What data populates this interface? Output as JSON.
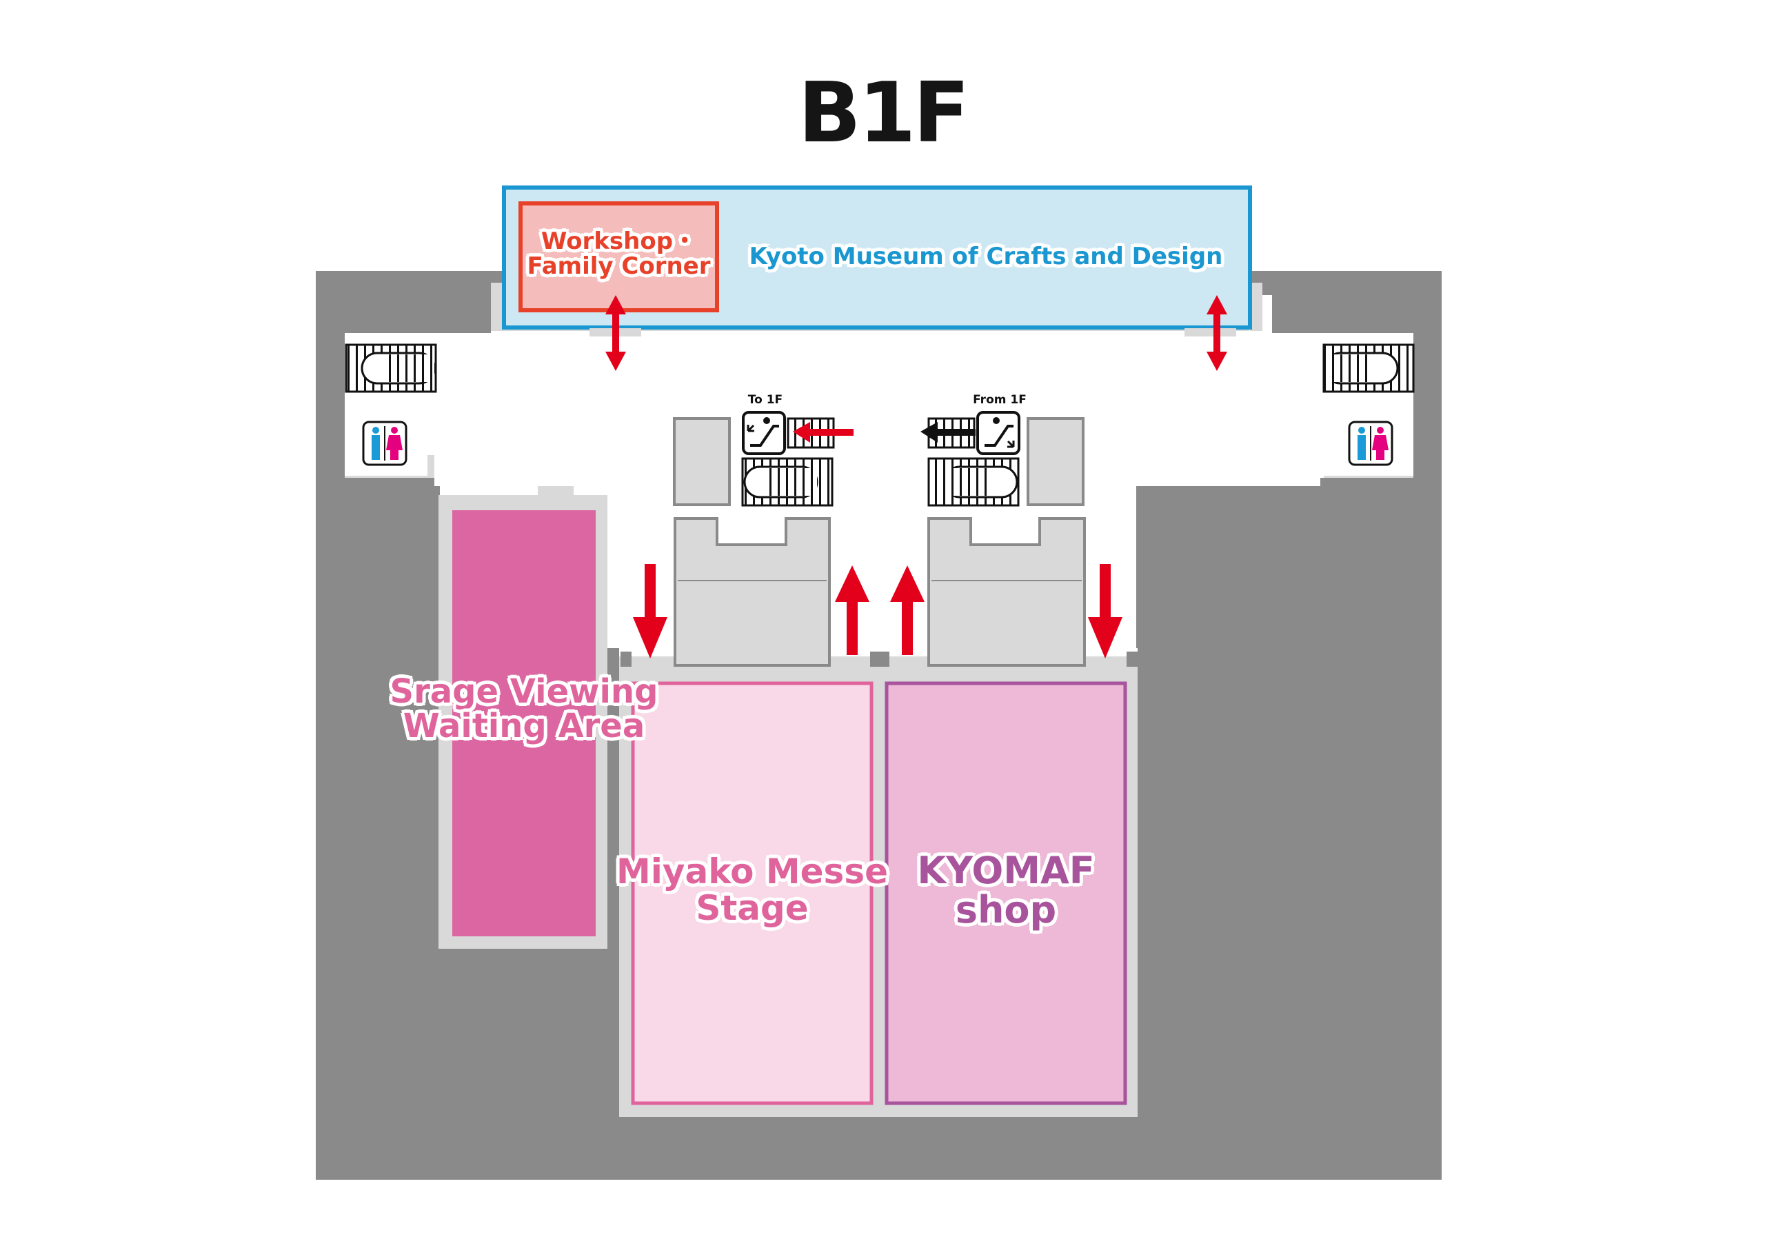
{
  "floor": "B1F",
  "areas": {
    "workshop": {
      "line1": "Workshop・",
      "line2": "Family Corner",
      "color": "#e8412a",
      "fill": "#f5bcbc"
    },
    "museum": {
      "label": "Kyoto Museum of Crafts and Design",
      "color": "#1a97d0",
      "fill": "#cde8f2"
    },
    "waiting": {
      "line1": "Srage Viewing",
      "line2": "Waiting Area",
      "color": "#e0649c",
      "fill": "#db66a1"
    },
    "stage": {
      "line1": "Miyako Messe",
      "line2": "Stage",
      "color": "#e0649c",
      "fill": "#f9d9e8"
    },
    "shop": {
      "line1": "KYOMAF",
      "line2": "shop",
      "color": "#a8549c",
      "fill": "#edb9d6"
    }
  },
  "escalators": {
    "up_label": "To 1F",
    "down_label": "From 1F"
  },
  "icons": {
    "restroom": "restroom-icon",
    "escalator_up": "escalator-up-icon",
    "escalator_down": "escalator-down-icon",
    "stairs": "stairs-icon",
    "arrow": "direction-arrow-icon"
  },
  "colors": {
    "wall": "#8a8a8a",
    "corridor": "#ffffff",
    "pillar": "#d9d9d9",
    "arrow_red": "#e3001b",
    "arrow_black": "#111111",
    "male": "#1a9ad6",
    "female": "#e4007f"
  }
}
